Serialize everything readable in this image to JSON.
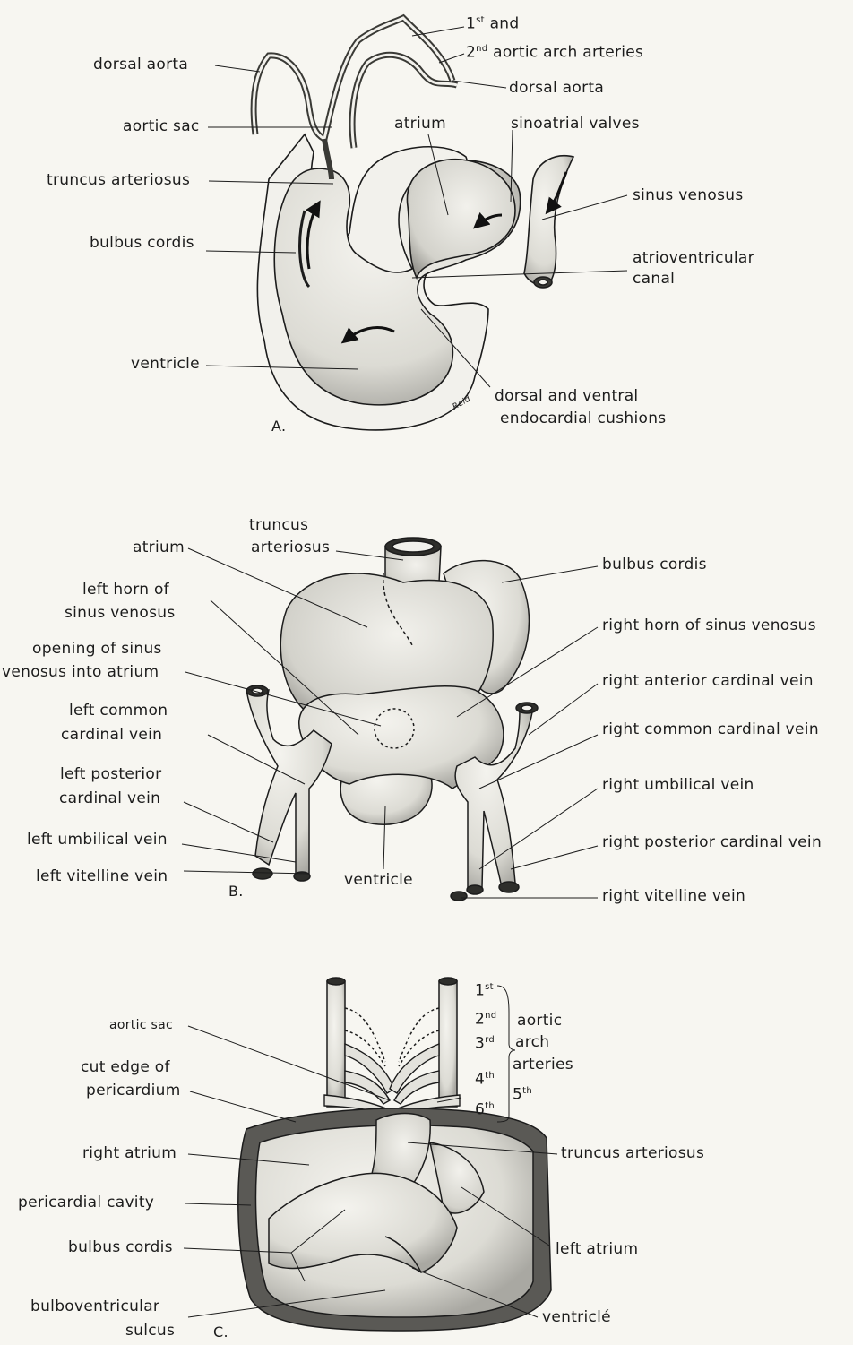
{
  "colors": {
    "ink": "#1c1c1c",
    "paper": "#f7f6f1",
    "fill": "#ebeae4",
    "shade": "#a9a8a2"
  },
  "panel_a": {
    "letter": "A.",
    "signature": "Reid",
    "labels": {
      "arch_1": "1",
      "arch_1_sup": "st",
      "arch_1_and": "and",
      "arch_2": "2",
      "arch_2_sup": "nd",
      "arch_2_text": "aortic arch arteries",
      "dorsal_aorta_left": "dorsal aorta",
      "dorsal_aorta_right": "dorsal aorta",
      "aortic_sac": "aortic sac",
      "atrium": "atrium",
      "sinoatrial_valves": "sinoatrial valves",
      "truncus": "truncus arteriosus",
      "sinus_venosus": "sinus venosus",
      "bulbus": "bulbus cordis",
      "av_canal_1": "atrioventricular",
      "av_canal_2": "canal",
      "ventricle": "ventricle",
      "cushions_1": "dorsal and ventral",
      "cushions_2": "endocardial cushions"
    }
  },
  "panel_b": {
    "letter": "B.",
    "labels": {
      "truncus_1": "truncus",
      "truncus_2": "arteriosus",
      "atrium": "atrium",
      "bulbus": "bulbus cordis",
      "left_horn_1": "left horn of",
      "left_horn_2": "sinus venosus",
      "right_horn": "right horn of sinus venosus",
      "opening_1": "opening of sinus",
      "opening_2": "venosus into atrium",
      "right_ant_cardinal": "right anterior cardinal vein",
      "left_common_1": "left common",
      "left_common_2": "cardinal vein",
      "right_common": "right common cardinal vein",
      "left_post_1": "left posterior",
      "left_post_2": "cardinal vein",
      "right_umbilical": "right umbilical vein",
      "left_umbilical": "left umbilical vein",
      "right_post": "right posterior cardinal vein",
      "left_vitelline": "left vitelline vein",
      "ventricle": "ventricle",
      "right_vitelline": "right vitelline vein"
    }
  },
  "panel_c": {
    "letter": "C.",
    "labels": {
      "o1": "1",
      "o1_sup": "st",
      "o2": "2",
      "o2_sup": "nd",
      "o3": "3",
      "o3_sup": "rd",
      "o4": "4",
      "o4_sup": "th",
      "o5": "5",
      "o5_sup": "th",
      "o6": "6",
      "o6_sup": "th",
      "arch_1": "aortic",
      "arch_2": "arch",
      "arch_3": "arteries",
      "aortic_sac": "aortic sac",
      "cut_edge_1": "cut edge of",
      "cut_edge_2": "pericardium",
      "right_atrium": "right atrium",
      "truncus": "truncus arteriosus",
      "pericardial_cavity": "pericardial cavity",
      "bulbus": "bulbus cordis",
      "left_atrium": "left atrium",
      "sulcus_1": "bulboventricular",
      "sulcus_2": "sulcus",
      "ventricle": "ventriclé"
    }
  }
}
